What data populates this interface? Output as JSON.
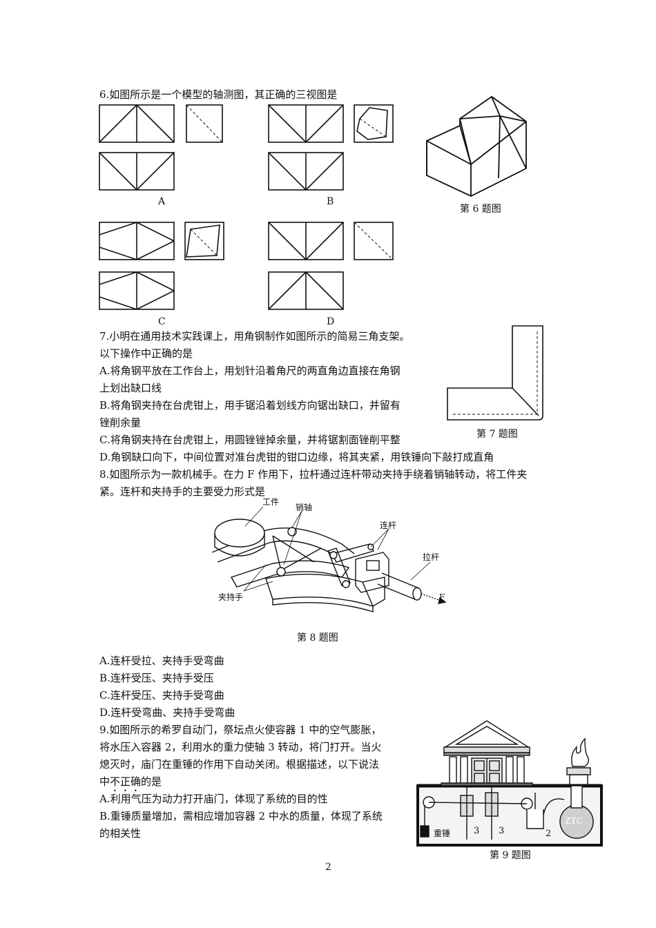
{
  "q6": {
    "stem": "6.如图所示是一个模型的轴测图，其正确的三视图是",
    "opt_a": "A",
    "opt_b": "B",
    "opt_c": "C",
    "opt_d": "D",
    "caption": "第 6 题图"
  },
  "q7": {
    "line1": "7.小明在通用技术实践课上，用角钢制作如图所示的简易三角支架。",
    "line2": "以下操作中正确的是",
    "a1": "A.将角钢平放在工作台上，用划针沿着角尺的两直角边直接在角钢",
    "a2": "上划出缺口线",
    "b1": "B.将角钢夹持在台虎钳上，用手锯沿着划线方向锯出缺口，并留有",
    "b2": "锉削余量",
    "c": "C.将角钢夹持在台虎钳上，用圆锉锉掉余量，并将锯割面锉削平整",
    "d": "D.角钢缺口向下，中间位置对准台虎钳的钳口边缘，将其夹紧，用铁锤向下敲打成直角",
    "caption": "第 7 题图"
  },
  "q8": {
    "line1": "8.如图所示为一款机械手。在力 F 作用下，拉杆通过连杆带动夹持手绕着销轴转动，将工件夹",
    "line2": "紧。连杆和夹持手的主要受力形式是",
    "labels": {
      "workpiece": "工件",
      "pin": "销轴",
      "link": "连杆",
      "pull_rod": "拉杆",
      "gripper": "夹持手",
      "force": "F"
    },
    "caption": "第 8 题图",
    "a": "A.连杆受拉、夹持手受弯曲",
    "b": "B.连杆受压、夹持手受压",
    "c": "C.连杆受压、夹持手受弯曲",
    "d": "D.连杆受弯曲、夹持手受弯曲"
  },
  "q9": {
    "line1": "9.如图所示的希罗自动门，祭坛点火使容器 1 中的空气膨胀，",
    "line2": "将水压入容器 2，利用水的重力使轴 3 转动，将门打开。当火",
    "line3": "熄灭时，庙门在重锤的作用下自动关闭。根据描述，以下说法",
    "line4_pre": "中",
    "line4_emph": "不正确",
    "line4_post": "的是",
    "a": "A.利用气压为动力打开庙门，体现了系统的目的性",
    "b1": "B.重锤质量增加，需相应增加容器 2 中水的质量，体现了系统",
    "b2": "的相关性",
    "labels": {
      "weight": "重锤",
      "axis_3a": "3",
      "axis_3b": "3",
      "container_2": "2",
      "ztc": "ZTC"
    },
    "caption": "第 9 题图"
  },
  "page_number": "2"
}
